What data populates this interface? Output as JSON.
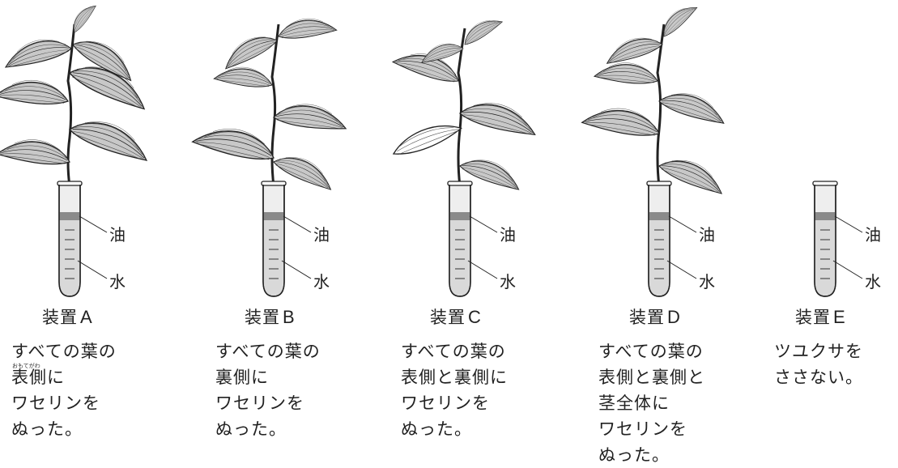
{
  "labels": {
    "oil": "油",
    "water": "水"
  },
  "devices": [
    {
      "id": "A",
      "name": "装置",
      "letter": "A",
      "lines": [
        "すべての葉の",
        "表側に",
        "ワセリンを",
        "ぬった。"
      ],
      "ruby": "おもてがわ"
    },
    {
      "id": "B",
      "name": "装置",
      "letter": "B",
      "lines": [
        "すべての葉の",
        "裏側に",
        "ワセリンを",
        "ぬった。"
      ]
    },
    {
      "id": "C",
      "name": "装置",
      "letter": "C",
      "lines": [
        "すべての葉の",
        "表側と裏側に",
        "ワセリンを",
        "ぬった。"
      ]
    },
    {
      "id": "D",
      "name": "装置",
      "letter": "D",
      "lines": [
        "すべての葉の",
        "表側と裏側と",
        "茎全体に",
        "ワセリンを",
        "ぬった。"
      ]
    },
    {
      "id": "E",
      "name": "装置",
      "letter": "E",
      "lines": [
        "ツユクサを",
        "ささない。"
      ]
    }
  ]
}
